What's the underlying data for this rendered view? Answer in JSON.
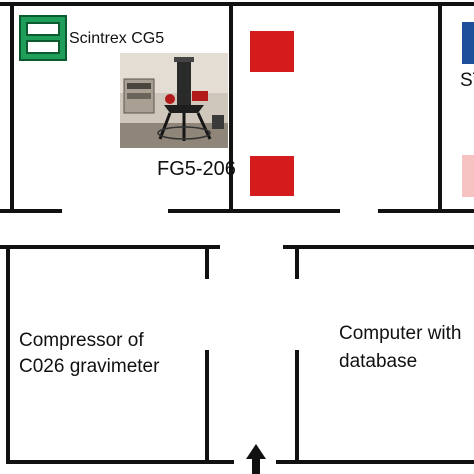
{
  "labels": {
    "cg5": "Scintrex CG5",
    "fg5": "FG5-206",
    "st_partial": "ST",
    "compressor_line1": "Compressor of",
    "compressor_line2": "C026 gravimeter",
    "computer_line1": "Computer with",
    "computer_line2": "database"
  },
  "icons": {
    "cg5_icon": "instrument-icon",
    "fg5_photo": "fg5-gravimeter-photo",
    "entrance": "entrance-arrow-icon"
  },
  "colors": {
    "wall": "#111111",
    "cg5_green": "#1f9e5a",
    "marker_red": "#d41c1c",
    "marker_blue": "#1d4f9a",
    "marker_pink": "#f6c2c2"
  }
}
